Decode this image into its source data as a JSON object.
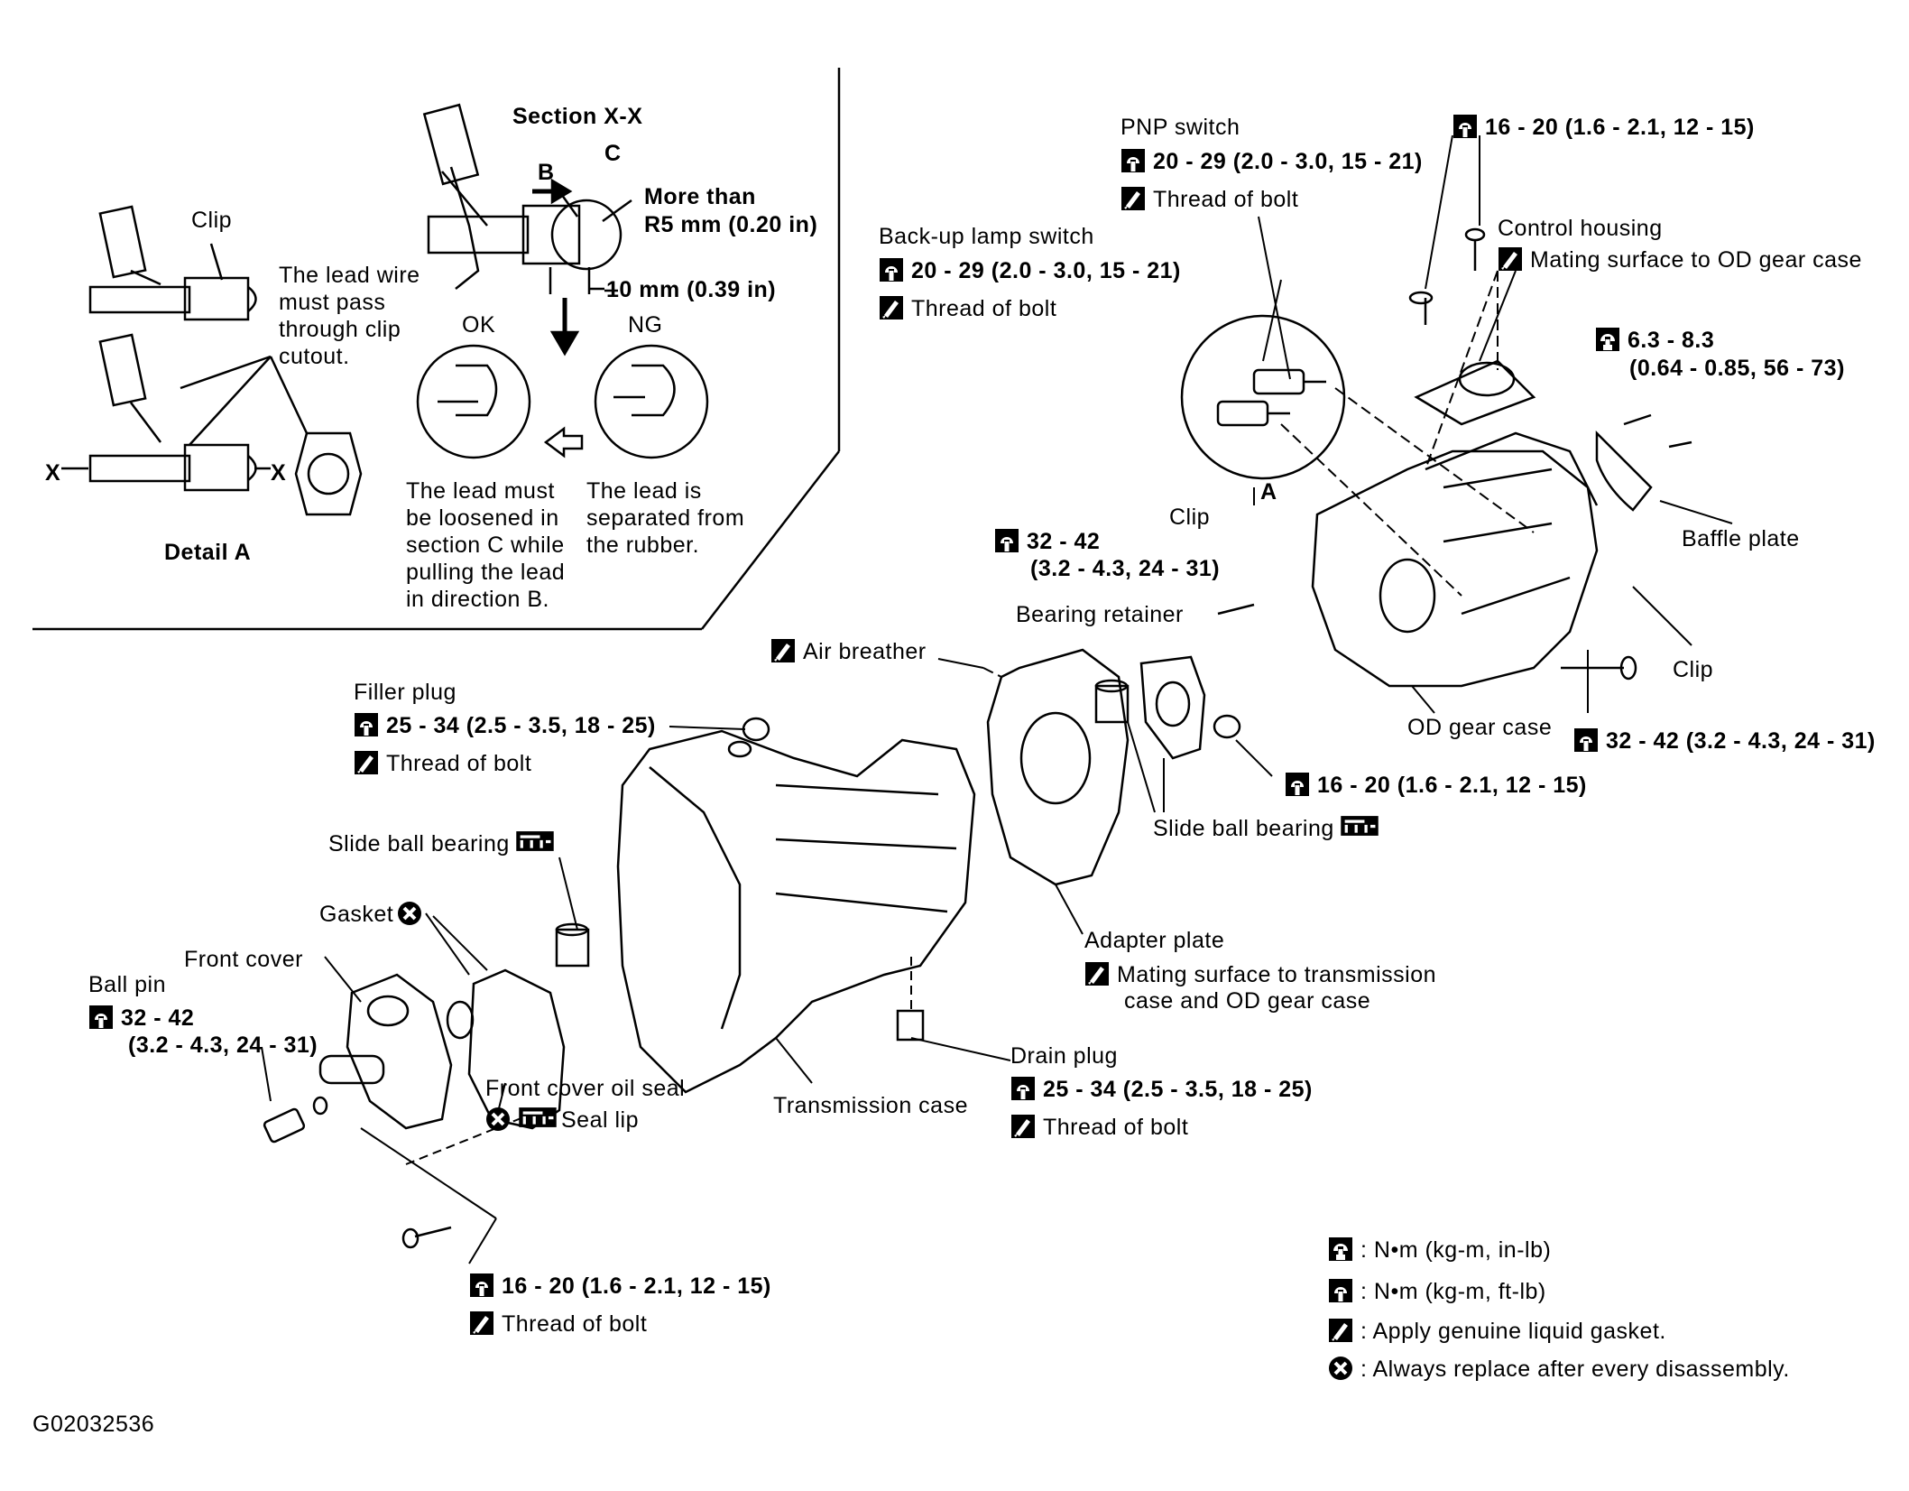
{
  "inset": {
    "section_title": "Section X-X",
    "b_letter": "B",
    "c_letter": "C",
    "more_than": "More than",
    "r5": "R5 mm (0.20 in)",
    "ten_mm": "10 mm (0.39 in)",
    "ok": "OK",
    "ng": "NG",
    "clip": "Clip",
    "lead_wire_note": [
      "The lead wire",
      "must pass",
      "through clip",
      "cutout."
    ],
    "x_left": "X",
    "x_right": "X",
    "detail_a": "Detail A",
    "ok_note": [
      "The lead must",
      "be loosened in",
      "section C while",
      "pulling the lead",
      "in direction B."
    ],
    "ng_note": [
      "The lead is",
      "separated from",
      "the rubber."
    ]
  },
  "labels": {
    "pnp_switch": "PNP switch",
    "pnp_torque": "20 - 29 (2.0 - 3.0, 15 - 21)",
    "pnp_thread": "Thread of bolt",
    "top_torque": "16 - 20 (1.6 - 2.1, 12 - 15)",
    "control_housing": "Control housing",
    "control_housing_note": "Mating surface to OD gear case",
    "backup_lamp": "Back-up lamp switch",
    "backup_torque": "20 - 29 (2.0 - 3.0, 15 - 21)",
    "backup_thread": "Thread of bolt",
    "baffle_torque_1": "6.3 - 8.3",
    "baffle_torque_2": "(0.64 - 0.85, 56 - 73)",
    "baffle_plate": "Baffle plate",
    "a_letter": "A",
    "clip_upper": "Clip",
    "retainer_torque_1": "32 - 42",
    "retainer_torque_2": "(3.2 - 4.3, 24 - 31)",
    "bearing_retainer": "Bearing retainer",
    "clip_right": "Clip",
    "air_breather": "Air breather",
    "od_gear_case": "OD gear case",
    "od_torque": "32 - 42 (3.2 - 4.3, 24 - 31)",
    "filler_plug": "Filler plug",
    "filler_torque": "25 - 34 (2.5 - 3.5, 18 - 25)",
    "filler_thread": "Thread of bolt",
    "adapter_bolt_torque": "16 - 20 (1.6 - 2.1, 12 - 15)",
    "slide_ball_right": "Slide ball bearing",
    "slide_ball_left": "Slide ball bearing",
    "gasket": "Gasket",
    "front_cover": "Front cover",
    "ball_pin": "Ball pin",
    "ball_pin_torque_1": "32 - 42",
    "ball_pin_torque_2": "(3.2 - 4.3, 24 - 31)",
    "adapter_plate": "Adapter plate",
    "adapter_note_1": "Mating surface to transmission",
    "adapter_note_2": "case and OD gear case",
    "drain_plug": "Drain plug",
    "drain_torque": "25 - 34 (2.5 - 3.5, 18 - 25)",
    "drain_thread": "Thread of bolt",
    "front_cover_oil_seal": "Front cover oil seal",
    "seal_lip": "Seal lip",
    "transmission_case": "Transmission case",
    "bottom_torque": "16 - 20 (1.6 - 2.1, 12 - 15)",
    "bottom_thread": "Thread of bolt"
  },
  "legend": {
    "nm_inlb": ": N•m (kg-m, in-lb)",
    "nm_ftlb": ": N•m (kg-m, ft-lb)",
    "gasket": ": Apply genuine liquid gasket.",
    "replace": ": Always replace after every disassembly."
  },
  "figure_id": "G02032536",
  "icons": [
    "torque-wrench-ftlb-icon",
    "torque-wrench-inlb-icon",
    "liquid-gasket-icon",
    "replace-x-icon",
    "grease-icon",
    "arrow-down-icon",
    "arrow-right-icon",
    "arrow-left-hollow-icon"
  ]
}
